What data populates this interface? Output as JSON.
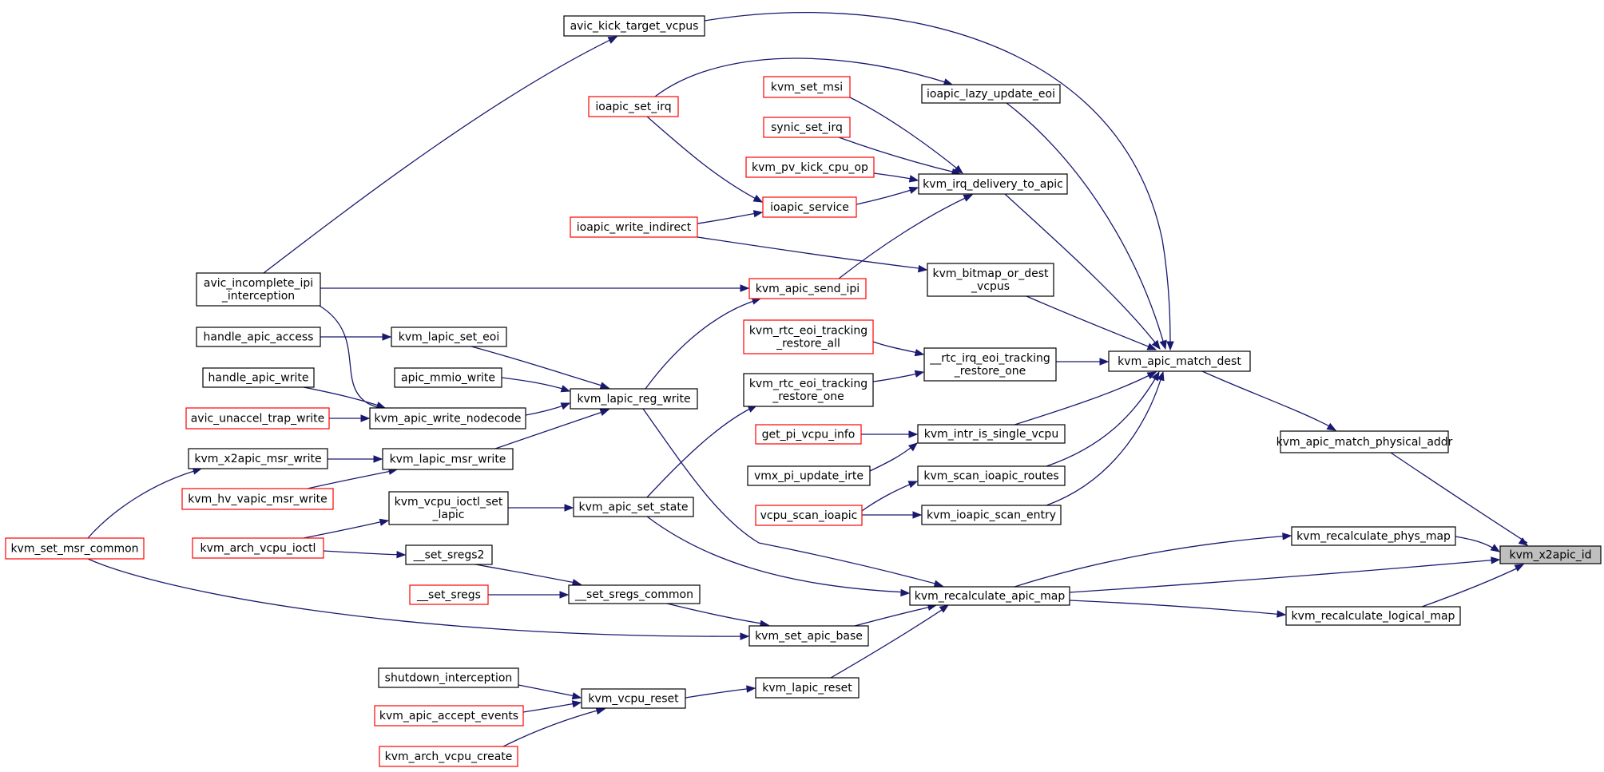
{
  "colors": {
    "edge": "#191970",
    "border_normal": "#000000",
    "border_truncated": "#ff0000",
    "fill_normal": "#ffffff",
    "fill_root": "#bfbfbf"
  },
  "nodes": [
    {
      "id": "n_x2apic_id",
      "lines": [
        "kvm_x2apic_id"
      ],
      "style": "root"
    },
    {
      "id": "n_match_physical",
      "lines": [
        "kvm_apic_match_physical_addr"
      ],
      "style": "normal"
    },
    {
      "id": "n_recalc_phys",
      "lines": [
        "kvm_recalculate_phys_map"
      ],
      "style": "normal"
    },
    {
      "id": "n_recalc_apic",
      "lines": [
        "kvm_recalculate_apic_map"
      ],
      "style": "normal"
    },
    {
      "id": "n_recalc_logical",
      "lines": [
        "kvm_recalculate_logical_map"
      ],
      "style": "normal"
    },
    {
      "id": "n_match_dest",
      "lines": [
        "kvm_apic_match_dest"
      ],
      "style": "normal"
    },
    {
      "id": "n_avic_kick",
      "lines": [
        "avic_kick_target_vcpus"
      ],
      "style": "normal"
    },
    {
      "id": "n_ioapic_lazy",
      "lines": [
        "ioapic_lazy_update_eoi"
      ],
      "style": "normal"
    },
    {
      "id": "n_irq_delivery",
      "lines": [
        "kvm_irq_delivery_to_apic"
      ],
      "style": "normal"
    },
    {
      "id": "n_bitmap",
      "lines": [
        "kvm_bitmap_or_dest",
        "_vcpus"
      ],
      "style": "normal"
    },
    {
      "id": "n_rtc_one_track",
      "lines": [
        "__rtc_irq_eoi_tracking",
        "_restore_one"
      ],
      "style": "normal"
    },
    {
      "id": "n_intr_single",
      "lines": [
        "kvm_intr_is_single_vcpu"
      ],
      "style": "normal"
    },
    {
      "id": "n_scan_routes",
      "lines": [
        "kvm_scan_ioapic_routes"
      ],
      "style": "normal"
    },
    {
      "id": "n_scan_entry",
      "lines": [
        "kvm_ioapic_scan_entry"
      ],
      "style": "normal"
    },
    {
      "id": "n_ioapic_set_irq",
      "lines": [
        "ioapic_set_irq"
      ],
      "style": "truncated"
    },
    {
      "id": "n_kvm_set_msi",
      "lines": [
        "kvm_set_msi"
      ],
      "style": "truncated"
    },
    {
      "id": "n_synic",
      "lines": [
        "synic_set_irq"
      ],
      "style": "truncated"
    },
    {
      "id": "n_pv_kick",
      "lines": [
        "kvm_pv_kick_cpu_op"
      ],
      "style": "truncated"
    },
    {
      "id": "n_ioapic_service",
      "lines": [
        "ioapic_service"
      ],
      "style": "truncated"
    },
    {
      "id": "n_ioapic_write_ind",
      "lines": [
        "ioapic_write_indirect"
      ],
      "style": "truncated"
    },
    {
      "id": "n_send_ipi",
      "lines": [
        "kvm_apic_send_ipi"
      ],
      "style": "truncated"
    },
    {
      "id": "n_rtc_restore_all",
      "lines": [
        "kvm_rtc_eoi_tracking",
        "_restore_all"
      ],
      "style": "truncated"
    },
    {
      "id": "n_rtc_restore_one",
      "lines": [
        "kvm_rtc_eoi_tracking",
        "_restore_one"
      ],
      "style": "normal"
    },
    {
      "id": "n_pi_vcpu",
      "lines": [
        "get_pi_vcpu_info"
      ],
      "style": "truncated"
    },
    {
      "id": "n_vmx_pi",
      "lines": [
        "vmx_pi_update_irte"
      ],
      "style": "normal"
    },
    {
      "id": "n_vcpu_scan",
      "lines": [
        "vcpu_scan_ioapic"
      ],
      "style": "truncated"
    },
    {
      "id": "n_lapic_reg_write",
      "lines": [
        "kvm_lapic_reg_write"
      ],
      "style": "normal"
    },
    {
      "id": "n_set_state",
      "lines": [
        "kvm_apic_set_state"
      ],
      "style": "normal"
    },
    {
      "id": "n_set_sregs_common",
      "lines": [
        "__set_sregs_common"
      ],
      "style": "normal"
    },
    {
      "id": "n_set_apic_base",
      "lines": [
        "kvm_set_apic_base"
      ],
      "style": "normal"
    },
    {
      "id": "n_lapic_reset",
      "lines": [
        "kvm_lapic_reset"
      ],
      "style": "normal"
    },
    {
      "id": "n_avic_incomplete",
      "lines": [
        "avic_incomplete_ipi",
        "_interception"
      ],
      "style": "normal"
    },
    {
      "id": "n_handle_access",
      "lines": [
        "handle_apic_access"
      ],
      "style": "normal"
    },
    {
      "id": "n_lapic_set_eoi",
      "lines": [
        "kvm_lapic_set_eoi"
      ],
      "style": "normal"
    },
    {
      "id": "n_handle_write",
      "lines": [
        "handle_apic_write"
      ],
      "style": "normal"
    },
    {
      "id": "n_mmio_write",
      "lines": [
        "apic_mmio_write"
      ],
      "style": "normal"
    },
    {
      "id": "n_avic_unaccel",
      "lines": [
        "avic_unaccel_trap_write"
      ],
      "style": "truncated"
    },
    {
      "id": "n_write_nodecode",
      "lines": [
        "kvm_apic_write_nodecode"
      ],
      "style": "normal"
    },
    {
      "id": "n_x2apic_msr_write",
      "lines": [
        "kvm_x2apic_msr_write"
      ],
      "style": "normal"
    },
    {
      "id": "n_lapic_msr_write",
      "lines": [
        "kvm_lapic_msr_write"
      ],
      "style": "normal"
    },
    {
      "id": "n_hv_vapic",
      "lines": [
        "kvm_hv_vapic_msr_write"
      ],
      "style": "truncated"
    },
    {
      "id": "n_ioctl_set_lapic",
      "lines": [
        "kvm_vcpu_ioctl_set",
        "_lapic"
      ],
      "style": "normal"
    },
    {
      "id": "n_arch_ioctl",
      "lines": [
        "kvm_arch_vcpu_ioctl"
      ],
      "style": "truncated"
    },
    {
      "id": "n_set_sregs2",
      "lines": [
        "__set_sregs2"
      ],
      "style": "normal"
    },
    {
      "id": "n_set_sregs",
      "lines": [
        "__set_sregs"
      ],
      "style": "truncated"
    },
    {
      "id": "n_set_msr_common",
      "lines": [
        "kvm_set_msr_common"
      ],
      "style": "truncated"
    },
    {
      "id": "n_shutdown",
      "lines": [
        "shutdown_interception"
      ],
      "style": "normal"
    },
    {
      "id": "n_vcpu_reset",
      "lines": [
        "kvm_vcpu_reset"
      ],
      "style": "normal"
    },
    {
      "id": "n_accept_events",
      "lines": [
        "kvm_apic_accept_events"
      ],
      "style": "truncated"
    },
    {
      "id": "n_arch_create",
      "lines": [
        "kvm_arch_vcpu_create"
      ],
      "style": "truncated"
    }
  ],
  "edges": [
    {
      "from": "n_match_physical",
      "to": "n_x2apic_id"
    },
    {
      "from": "n_recalc_phys",
      "to": "n_x2apic_id"
    },
    {
      "from": "n_recalc_apic",
      "to": "n_x2apic_id"
    },
    {
      "from": "n_recalc_logical",
      "to": "n_x2apic_id"
    },
    {
      "from": "n_match_dest",
      "to": "n_match_physical"
    },
    {
      "from": "n_avic_kick",
      "to": "n_match_dest"
    },
    {
      "from": "n_ioapic_lazy",
      "to": "n_match_dest"
    },
    {
      "from": "n_irq_delivery",
      "to": "n_match_dest"
    },
    {
      "from": "n_bitmap",
      "to": "n_match_dest"
    },
    {
      "from": "n_rtc_one_track",
      "to": "n_match_dest"
    },
    {
      "from": "n_intr_single",
      "to": "n_match_dest"
    },
    {
      "from": "n_scan_routes",
      "to": "n_match_dest"
    },
    {
      "from": "n_scan_entry",
      "to": "n_match_dest"
    },
    {
      "from": "n_avic_incomplete",
      "to": "n_avic_kick"
    },
    {
      "from": "n_ioapic_set_irq",
      "to": "n_ioapic_lazy"
    },
    {
      "from": "n_kvm_set_msi",
      "to": "n_irq_delivery"
    },
    {
      "from": "n_synic",
      "to": "n_irq_delivery"
    },
    {
      "from": "n_pv_kick",
      "to": "n_irq_delivery"
    },
    {
      "from": "n_ioapic_service",
      "to": "n_irq_delivery"
    },
    {
      "from": "n_send_ipi",
      "to": "n_irq_delivery"
    },
    {
      "from": "n_ioapic_set_irq",
      "to": "n_ioapic_service"
    },
    {
      "from": "n_ioapic_write_ind",
      "to": "n_ioapic_service"
    },
    {
      "from": "n_ioapic_write_ind",
      "to": "n_bitmap"
    },
    {
      "from": "n_avic_incomplete",
      "to": "n_send_ipi"
    },
    {
      "from": "n_lapic_reg_write",
      "to": "n_send_ipi"
    },
    {
      "from": "n_rtc_restore_all",
      "to": "n_rtc_one_track"
    },
    {
      "from": "n_rtc_restore_one",
      "to": "n_rtc_one_track"
    },
    {
      "from": "n_set_state",
      "to": "n_rtc_restore_one"
    },
    {
      "from": "n_pi_vcpu",
      "to": "n_intr_single"
    },
    {
      "from": "n_vmx_pi",
      "to": "n_intr_single"
    },
    {
      "from": "n_vcpu_scan",
      "to": "n_scan_routes"
    },
    {
      "from": "n_vcpu_scan",
      "to": "n_scan_entry"
    },
    {
      "from": "n_lapic_reg_write",
      "to": "n_recalc_apic"
    },
    {
      "from": "n_set_state",
      "to": "n_recalc_apic"
    },
    {
      "from": "n_set_apic_base",
      "to": "n_recalc_apic"
    },
    {
      "from": "n_lapic_reset",
      "to": "n_recalc_apic"
    },
    {
      "from": "n_recalc_apic",
      "to": "n_recalc_phys"
    },
    {
      "from": "n_recalc_apic",
      "to": "n_recalc_logical"
    },
    {
      "from": "n_handle_access",
      "to": "n_lapic_set_eoi"
    },
    {
      "from": "n_lapic_set_eoi",
      "to": "n_lapic_reg_write"
    },
    {
      "from": "n_mmio_write",
      "to": "n_lapic_reg_write"
    },
    {
      "from": "n_write_nodecode",
      "to": "n_lapic_reg_write"
    },
    {
      "from": "n_lapic_msr_write",
      "to": "n_lapic_reg_write"
    },
    {
      "from": "n_handle_write",
      "to": "n_write_nodecode"
    },
    {
      "from": "n_avic_unaccel",
      "to": "n_write_nodecode"
    },
    {
      "from": "n_avic_incomplete",
      "to": "n_write_nodecode"
    },
    {
      "from": "n_x2apic_msr_write",
      "to": "n_lapic_msr_write"
    },
    {
      "from": "n_hv_vapic",
      "to": "n_lapic_msr_write"
    },
    {
      "from": "n_set_msr_common",
      "to": "n_x2apic_msr_write"
    },
    {
      "from": "n_ioctl_set_lapic",
      "to": "n_set_state"
    },
    {
      "from": "n_arch_ioctl",
      "to": "n_ioctl_set_lapic"
    },
    {
      "from": "n_arch_ioctl",
      "to": "n_set_sregs2"
    },
    {
      "from": "n_set_sregs2",
      "to": "n_set_sregs_common"
    },
    {
      "from": "n_set_sregs",
      "to": "n_set_sregs_common"
    },
    {
      "from": "n_set_sregs_common",
      "to": "n_set_apic_base"
    },
    {
      "from": "n_set_msr_common",
      "to": "n_set_apic_base"
    },
    {
      "from": "n_vcpu_reset",
      "to": "n_lapic_reset"
    },
    {
      "from": "n_shutdown",
      "to": "n_vcpu_reset"
    },
    {
      "from": "n_accept_events",
      "to": "n_vcpu_reset"
    },
    {
      "from": "n_arch_create",
      "to": "n_vcpu_reset"
    }
  ]
}
